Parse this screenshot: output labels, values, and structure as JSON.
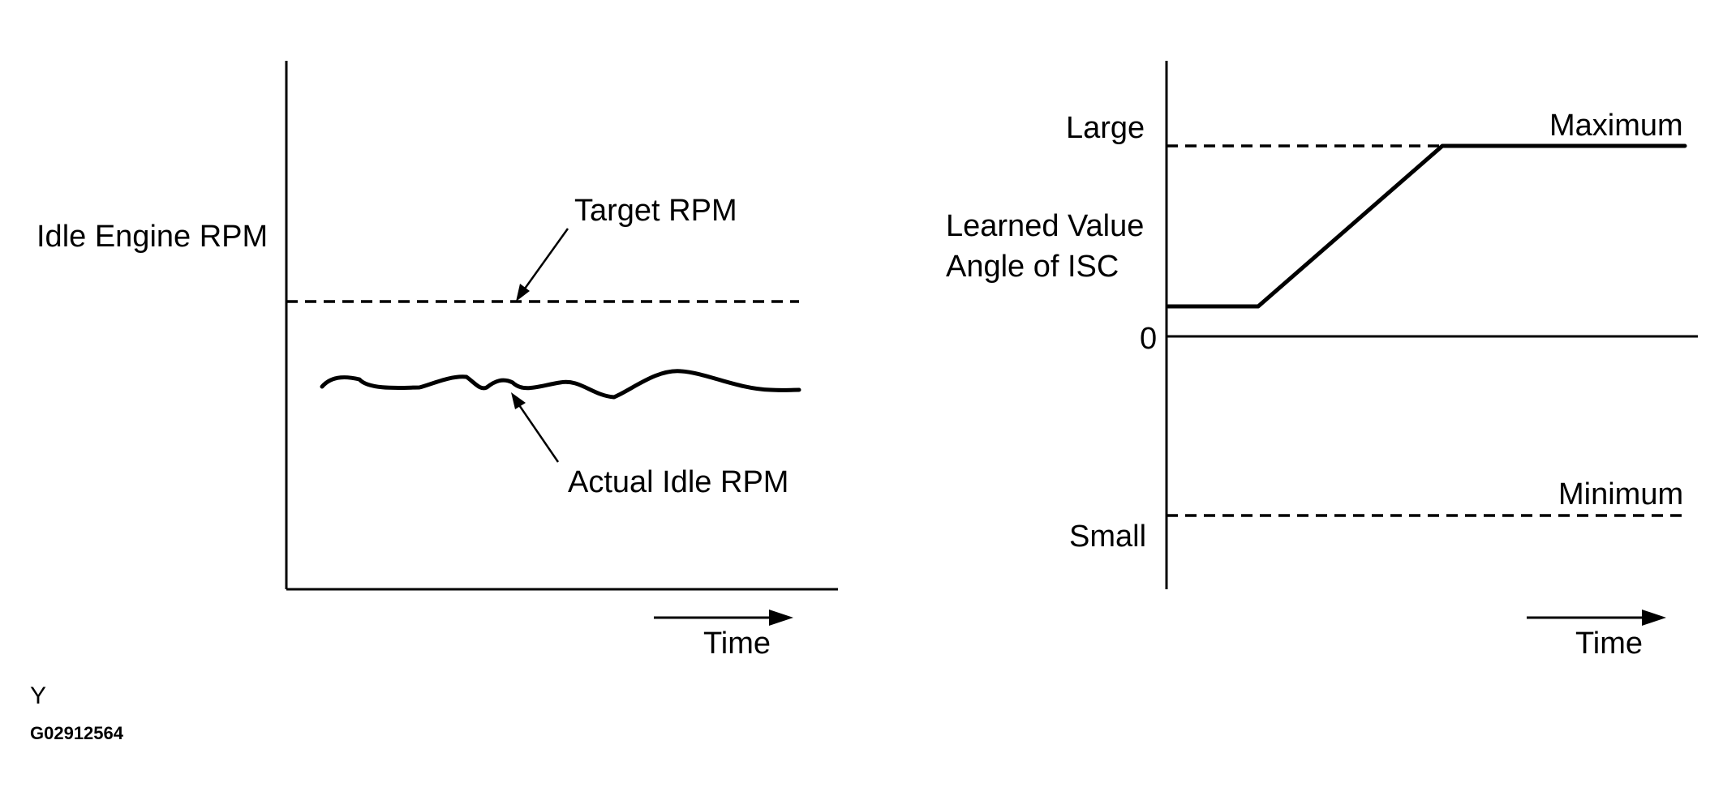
{
  "left_chart": {
    "y_label": "Idle Engine RPM",
    "target_label": "Target RPM",
    "actual_label": "Actual Idle RPM",
    "time_label": "Time"
  },
  "right_chart": {
    "y_label_line1": "Learned Value",
    "y_label_line2": "Angle of ISC",
    "large_label": "Large",
    "zero_label": "0",
    "small_label": "Small",
    "maximum_label": "Maximum",
    "minimum_label": "Minimum",
    "time_label": "Time"
  },
  "footer": {
    "view_letter": "Y",
    "figure_code": "G02912564"
  },
  "colors": {
    "ink": "#000000",
    "background": "#ffffff"
  }
}
